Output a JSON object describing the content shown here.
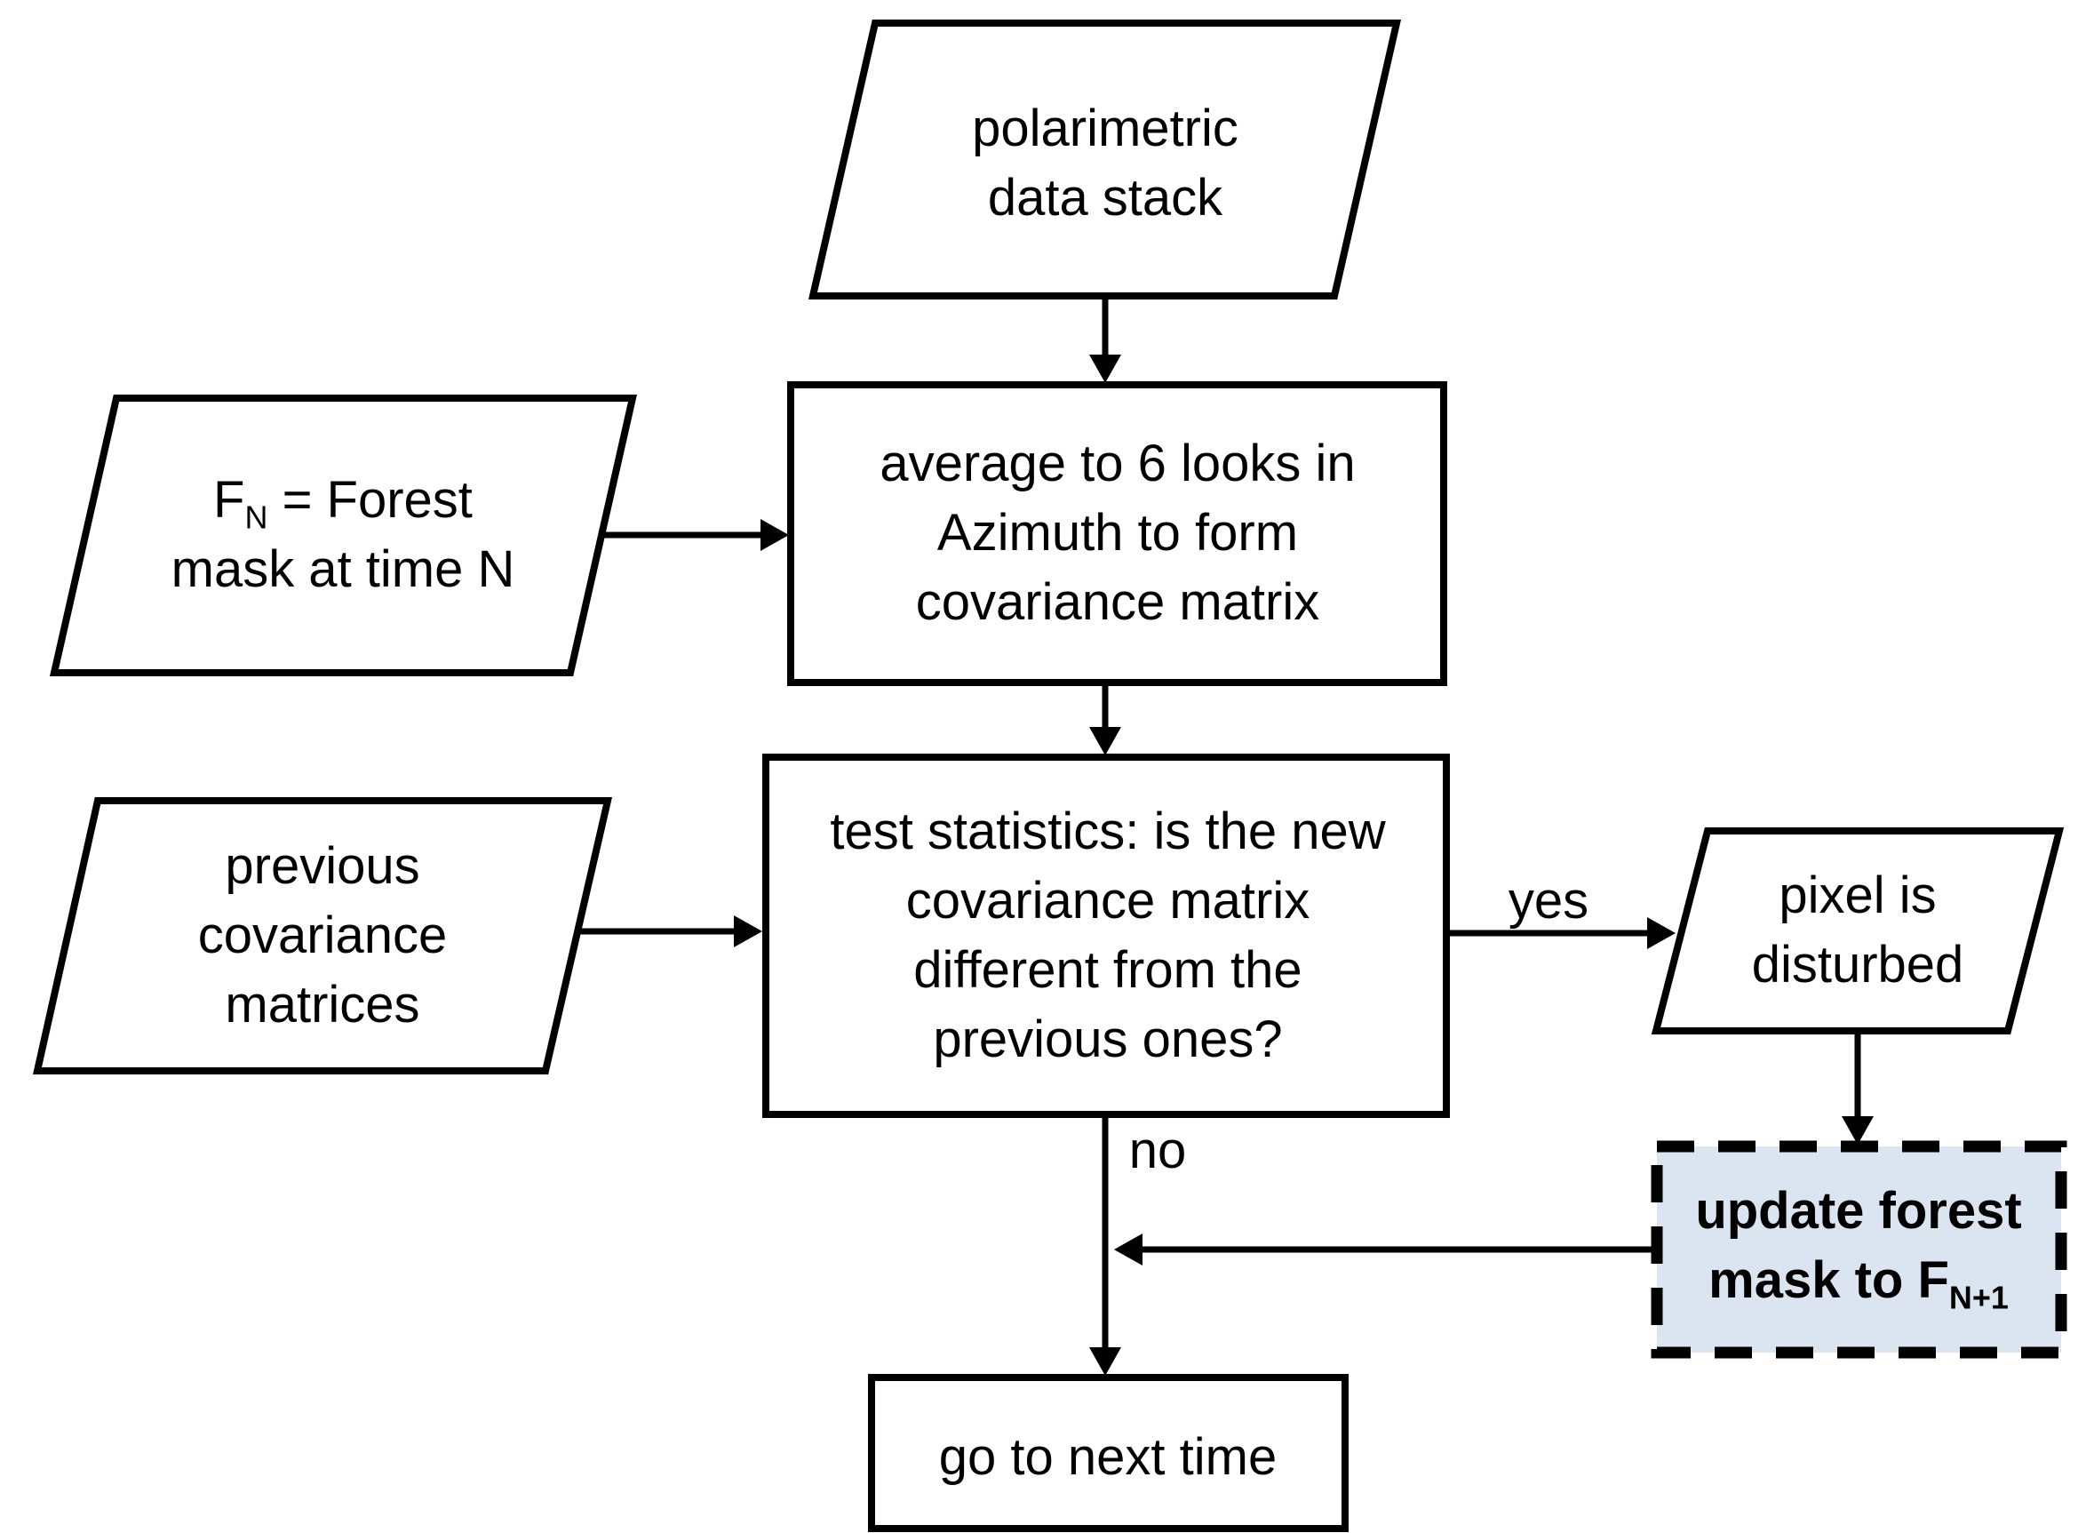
{
  "diagram": {
    "type": "flowchart",
    "background": "#ffffff",
    "line_color": "#000000",
    "text_color": "#000000",
    "highlight_fill": "#dbe5f1"
  },
  "nodes": {
    "polarimetric_stack": {
      "shape": "parallelogram",
      "lines": [
        "polarimetric",
        "data stack"
      ]
    },
    "forest_mask": {
      "shape": "parallelogram",
      "line1": {
        "main": "F",
        "sub": "N",
        "rest": " = Forest"
      },
      "line2": "mask at time N"
    },
    "average_looks": {
      "shape": "rectangle",
      "lines": [
        "average to 6 looks in",
        "Azimuth to form",
        "covariance matrix"
      ]
    },
    "previous_covariance": {
      "shape": "parallelogram",
      "lines": [
        "previous",
        "covariance",
        "matrices"
      ]
    },
    "test_statistics": {
      "shape": "rectangle",
      "lines": [
        "test statistics: is the new",
        "covariance matrix",
        "different from the",
        "previous ones?"
      ]
    },
    "pixel_disturbed": {
      "shape": "parallelogram",
      "lines": [
        "pixel is",
        "disturbed"
      ]
    },
    "update_forest_mask": {
      "shape": "dashed-rectangle-highlighted",
      "line1": "update forest",
      "line2": {
        "main": "mask to F",
        "sub": "N+1"
      }
    },
    "go_to_next_time": {
      "shape": "rectangle",
      "lines": [
        "go to next time"
      ]
    }
  },
  "edge_labels": {
    "yes": "yes",
    "no": "no"
  },
  "edges": [
    {
      "from": "polarimetric_stack",
      "to": "average_looks",
      "label": ""
    },
    {
      "from": "forest_mask",
      "to": "average_looks",
      "label": ""
    },
    {
      "from": "average_looks",
      "to": "test_statistics",
      "label": ""
    },
    {
      "from": "previous_covariance",
      "to": "test_statistics",
      "label": ""
    },
    {
      "from": "test_statistics",
      "to": "pixel_disturbed",
      "label": "yes"
    },
    {
      "from": "pixel_disturbed",
      "to": "update_forest_mask",
      "label": ""
    },
    {
      "from": "update_forest_mask",
      "to": "go_to_next_time",
      "label": ""
    },
    {
      "from": "test_statistics",
      "to": "go_to_next_time",
      "label": "no"
    }
  ]
}
